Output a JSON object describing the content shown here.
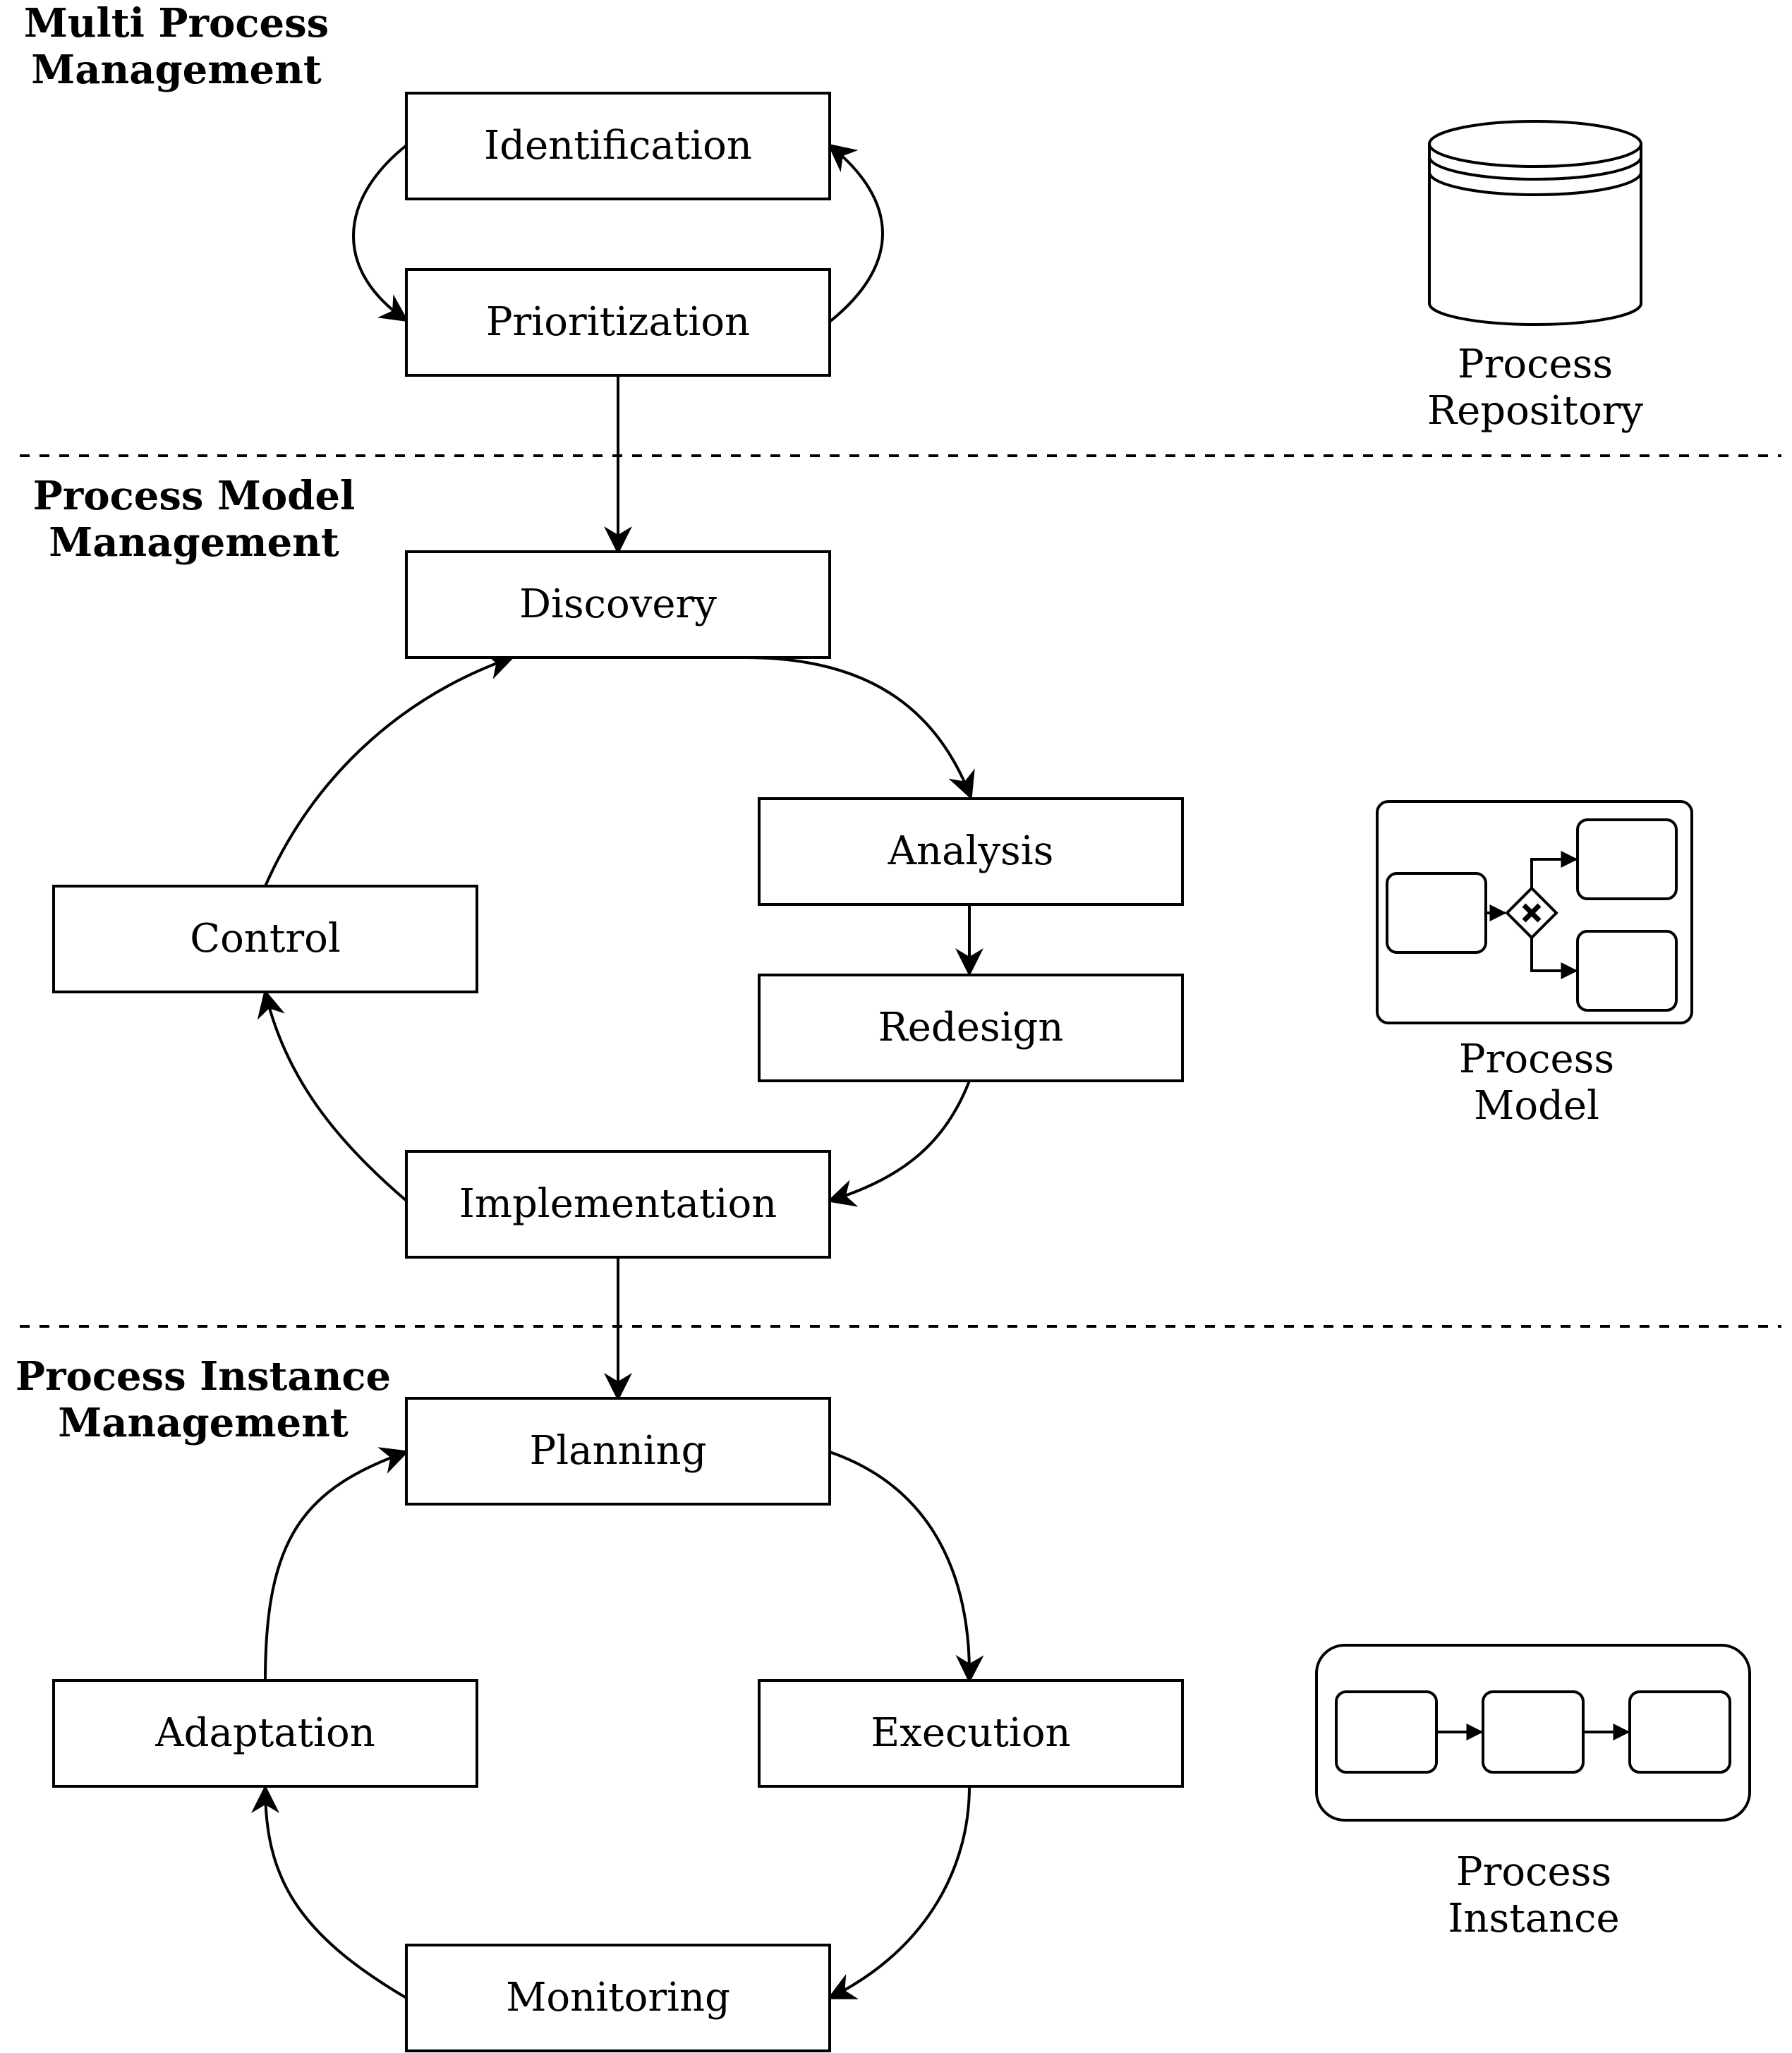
{
  "sections": {
    "multi": {
      "line1": "Multi Process",
      "line2": "Management"
    },
    "model": {
      "line1": "Process Model",
      "line2": "Management"
    },
    "instance": {
      "line1": "Process Instance",
      "line2": "Management"
    }
  },
  "nodes": {
    "identification": "Identification",
    "prioritization": "Prioritization",
    "discovery": "Discovery",
    "analysis": "Analysis",
    "redesign": "Redesign",
    "implementation": "Implementation",
    "control": "Control",
    "planning": "Planning",
    "execution": "Execution",
    "monitoring": "Monitoring",
    "adaptation": "Adaptation"
  },
  "icons": {
    "repository": {
      "line1": "Process",
      "line2": "Repository",
      "icon": "database-icon"
    },
    "model": {
      "line1": "Process",
      "line2": "Model",
      "icon": "bpmn-model-icon"
    },
    "instance": {
      "line1": "Process",
      "line2": "Instance",
      "icon": "process-instance-icon"
    }
  }
}
